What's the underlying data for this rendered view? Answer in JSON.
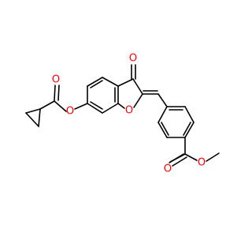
{
  "molecule": {
    "atoms": {
      "ketone_oxygen": "O",
      "ring_oxygen": "O",
      "ester_oxygen_left_carbonyl": "O",
      "ester_oxygen_left_link": "O",
      "ester_oxygen_right_carbonyl": "O",
      "ester_oxygen_right_methoxy": "O"
    },
    "colors": {
      "oxygen": "#ff0000",
      "bond": "#000000",
      "background": "#ffffff"
    }
  }
}
